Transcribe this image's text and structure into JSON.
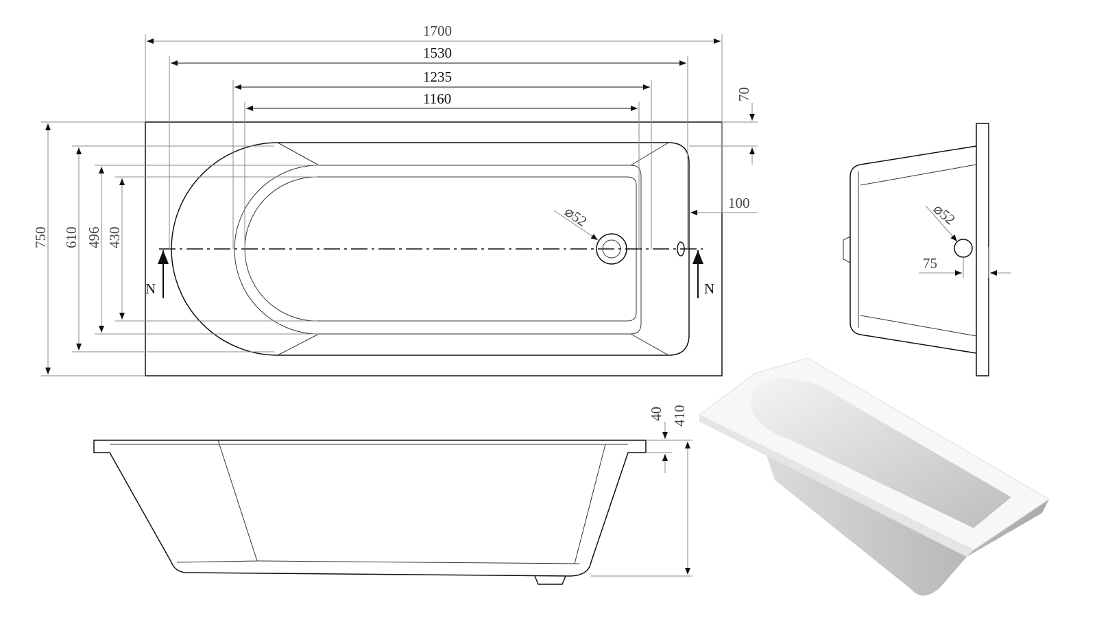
{
  "top_view": {
    "dims": {
      "overall_length": "1700",
      "rim_inner_length": "1530",
      "basin_length": "1235",
      "floor_length": "1160",
      "rim_width_end": "70",
      "overflow_offset": "100",
      "overall_width": "750",
      "basin_width": "610",
      "inner_width": "496",
      "floor_width": "430",
      "drain_diameter": "⌀52"
    },
    "section_marks": [
      "N",
      "N"
    ]
  },
  "end_view": {
    "dims": {
      "drain_diameter": "⌀52",
      "drain_offset": "75"
    }
  },
  "side_view": {
    "dims": {
      "rim_height": "40",
      "total_height": "410"
    }
  },
  "colors": {
    "line": "#111111",
    "dimension": "#888888"
  }
}
